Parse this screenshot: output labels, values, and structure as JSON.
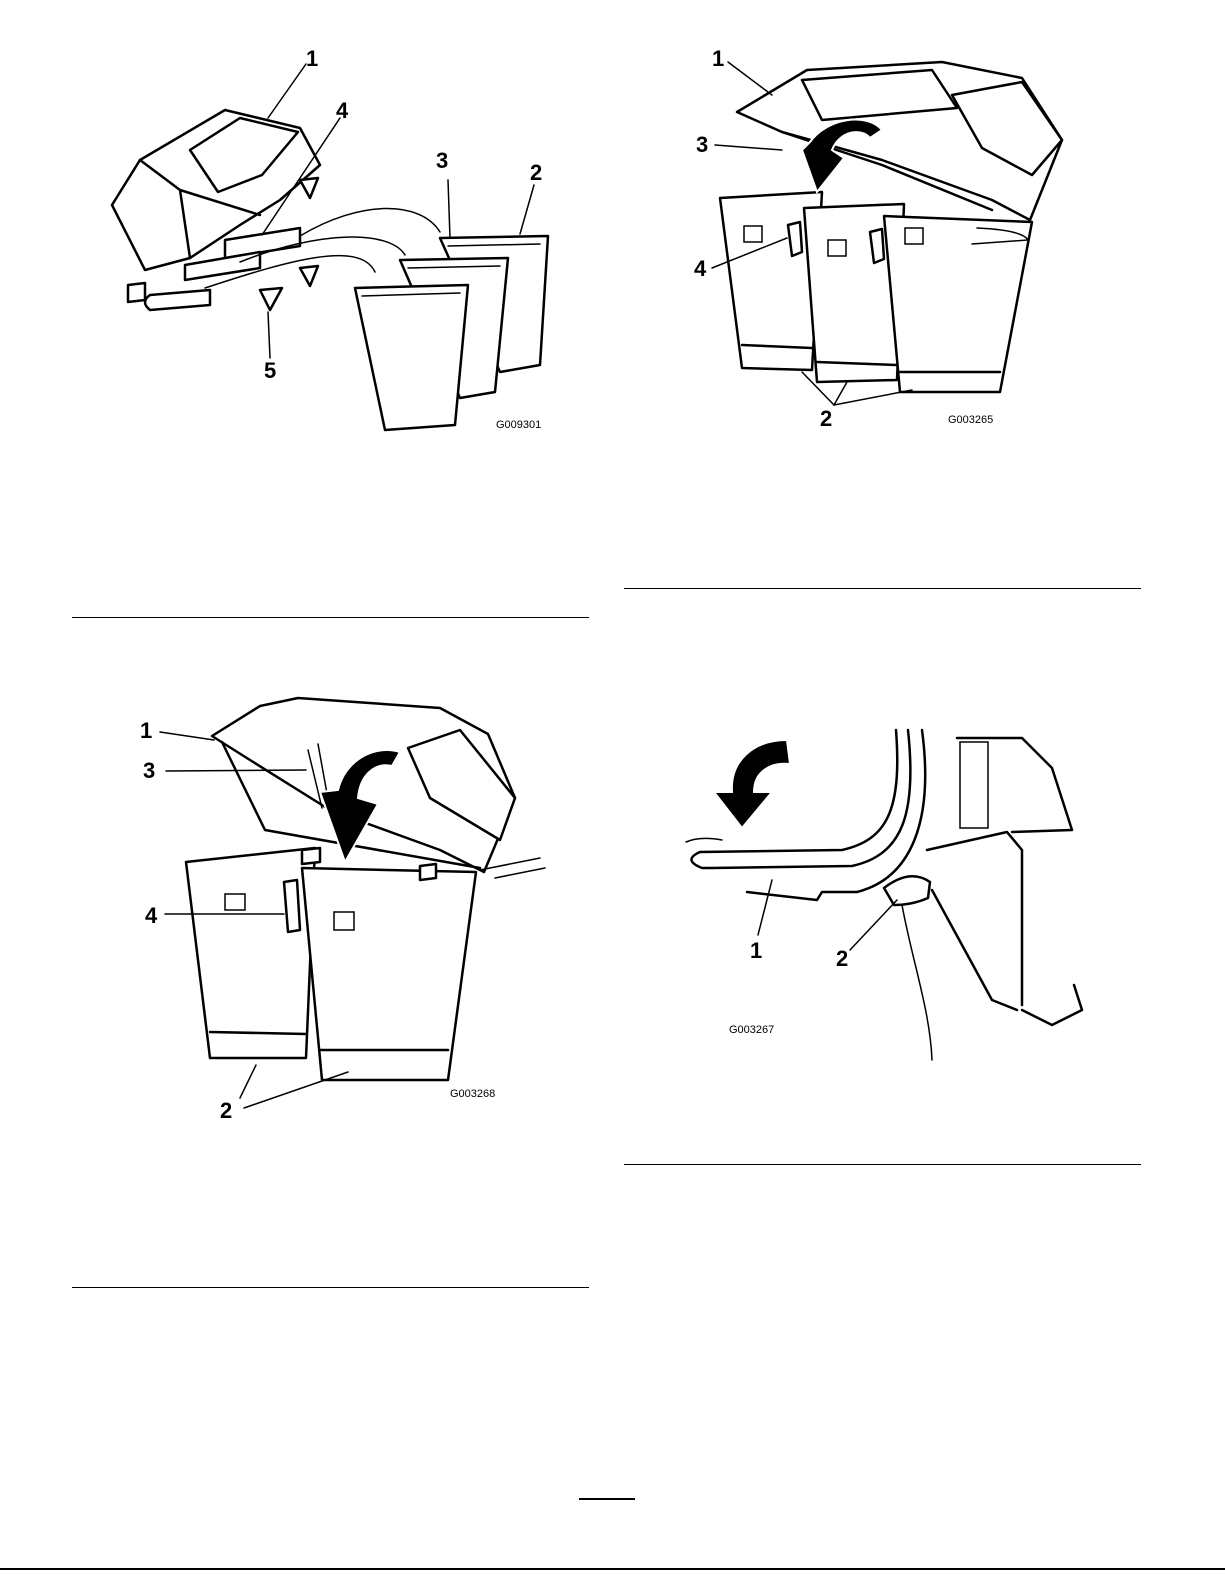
{
  "figures": [
    {
      "id": "fig-a",
      "code": "G009301",
      "callouts": [
        "1",
        "2",
        "3",
        "4",
        "5"
      ]
    },
    {
      "id": "fig-b",
      "code": "G003265",
      "callouts": [
        "1",
        "2",
        "3",
        "4"
      ]
    },
    {
      "id": "fig-c",
      "code": "G003268",
      "callouts": [
        "1",
        "2",
        "3",
        "4"
      ]
    },
    {
      "id": "fig-d",
      "code": "G003267",
      "callouts": [
        "1",
        "2"
      ]
    }
  ]
}
